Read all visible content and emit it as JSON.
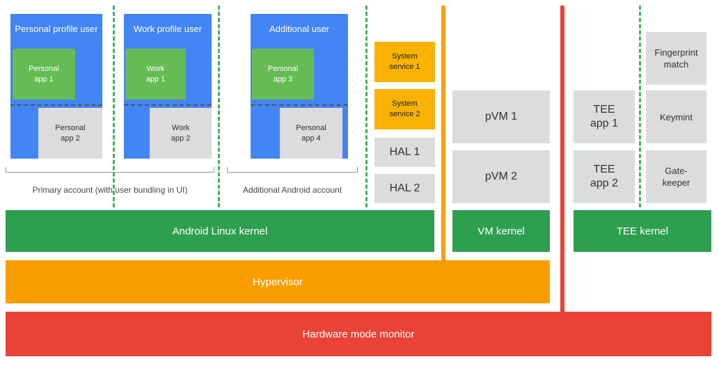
{
  "users": {
    "personal_profile": "Personal profile user",
    "work_profile": "Work profile user",
    "additional": "Additional user"
  },
  "apps": {
    "personal_app_1": "Personal\napp 1",
    "personal_app_2": "Personal\napp 2",
    "work_app_1": "Work\napp 1",
    "work_app_2": "Work\napp 2",
    "personal_app_3": "Personal\napp 3",
    "personal_app_4": "Personal\napp 4"
  },
  "captions": {
    "primary_account": "Primary account (with user bundling in UI)",
    "additional_account": "Additional Android account"
  },
  "services": {
    "system_service_1": "System\nservice 1",
    "system_service_2": "System\nservice 2",
    "hal_1": "HAL 1",
    "hal_2": "HAL 2"
  },
  "pvms": {
    "pvm_1": "pVM 1",
    "pvm_2": "pVM 2"
  },
  "tee": {
    "tee_app_1": "TEE\napp 1",
    "tee_app_2": "TEE\napp 2",
    "fingerprint_match": "Fingerprint\nmatch",
    "keymint": "Keymint",
    "gatekeeper": "Gate-\nkeeper"
  },
  "layers": {
    "android_linux_kernel": "Android Linux kernel",
    "vm_kernel": "VM kernel",
    "tee_kernel": "TEE kernel",
    "hypervisor": "Hypervisor",
    "hardware_mode_monitor": "Hardware mode monitor"
  },
  "colors": {
    "user_blue": "#4285f4",
    "app_green": "#66bb55",
    "app_grey": "#dcdcdc",
    "service_yellow": "#f9b200",
    "kernel_green": "#2e9e4f",
    "hypervisor_orange": "#fa9e00",
    "monitor_red": "#ea4236"
  }
}
